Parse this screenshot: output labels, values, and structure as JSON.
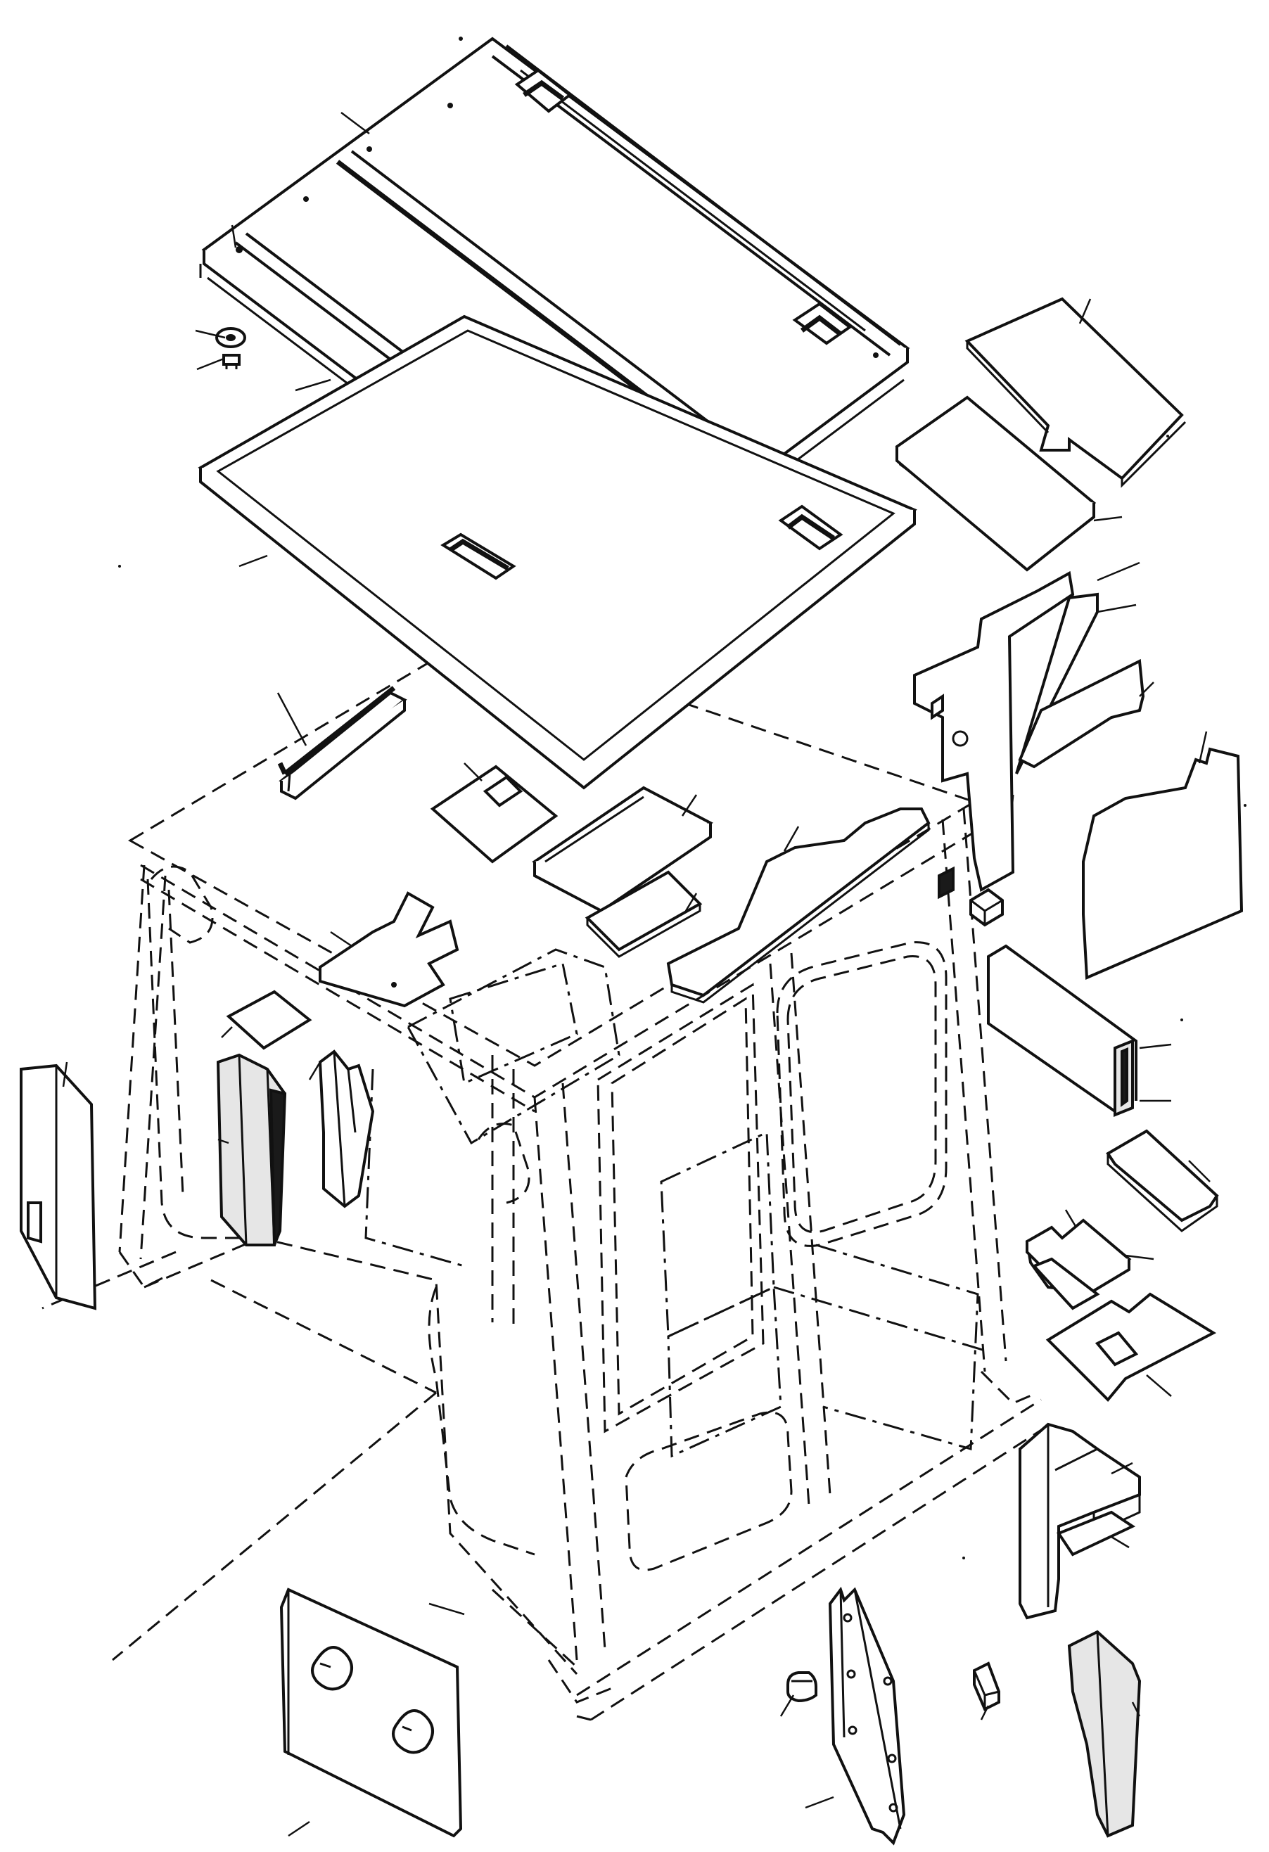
{
  "diagram": {
    "kind": "exploded-view line drawing",
    "parts": [
      "roof-outer-panel",
      "roof-seal-frame",
      "roof-liner",
      "front-bar",
      "roof-pad-square",
      "roof-pad-raised",
      "roof-pad-small",
      "roof-pad-long",
      "roof-pad-left",
      "left-pad-small",
      "left-wall-panel",
      "pillar-trim-left",
      "pillar-trim-mid",
      "right-pad-top",
      "right-pad-second",
      "right-pillar-panel",
      "right-pad-diag",
      "right-pad-large",
      "right-block",
      "right-strip-panel",
      "right-pad-flat",
      "right-pad-step",
      "right-pad-window",
      "corner-pad",
      "corner-trim",
      "bottom-block",
      "rear-panel-two-holes",
      "rear-door-panel",
      "bolt",
      "washer",
      "cab-frame"
    ]
  },
  "colors": {
    "line": "#111111",
    "background": "#ffffff",
    "shading": "#e6e6e6"
  }
}
